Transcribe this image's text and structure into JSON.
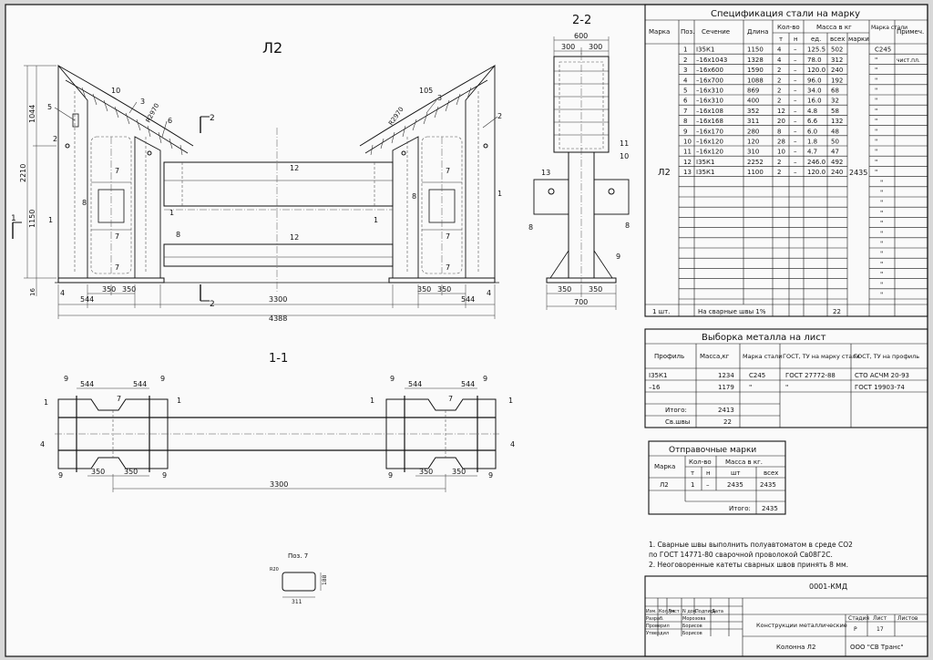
{
  "title_block": {
    "doc_code": "0001-КМД",
    "section": "Конструкции металлические",
    "item": "Колонна Л2",
    "company": "ООО \"СВ Транс\"",
    "stage_h": "Стадия",
    "sheet_h": "Лист",
    "sheets_h": "Листов",
    "stage": "Р",
    "sheet": "17",
    "cols": [
      "Изм.",
      "Кол.уч",
      "Лист",
      "N док.",
      "Подпись",
      "Дата"
    ],
    "rows": [
      {
        "role": "Разраб.",
        "name": "Морозова"
      },
      {
        "role": "Проверил",
        "name": "Борисов"
      },
      {
        "role": "Утвердил",
        "name": "Борисов"
      }
    ]
  },
  "drawing": {
    "title_main": "Л2",
    "title_22": "2-2",
    "title_11": "1-1",
    "pos7_label": "Поз. 7",
    "cut_1": "1",
    "cut_2": "2",
    "dims_main": {
      "d4388": "4388",
      "d3300": "3300",
      "d544l": "544",
      "d350l": "350",
      "d350r": "350",
      "d544r": "544",
      "d2210": "2210",
      "d1044": "1044",
      "d1150": "1150",
      "d16": "16",
      "r2970a": "R2970",
      "r2970b": "R2970",
      "d105": "105"
    },
    "dims_22": {
      "d600": "600",
      "d300a": "300",
      "d300b": "300",
      "d350": "350",
      "d700": "700"
    },
    "dims_11": {
      "d544a": "544",
      "d544b": "544",
      "d350a": "350",
      "d350b": "350",
      "d3300": "3300"
    },
    "dims_pos7": {
      "d311": "311",
      "d188": "188",
      "d20": "R20"
    },
    "positions": [
      "1",
      "2",
      "3",
      "4",
      "5",
      "6",
      "7",
      "8",
      "9",
      "10",
      "12",
      "13"
    ]
  },
  "spec_table": {
    "title": "Спецификация стали на марку",
    "headers": {
      "mark": "Марка",
      "pos": "Поз.",
      "section": "Сечение",
      "length": "Длина",
      "qty": "Кол-во",
      "qty_t": "т",
      "qty_n": "н",
      "mass": "Масса в кг",
      "mass_unit": "ед.",
      "mass_all": "всех",
      "mass_mark": "марки",
      "steel_mark": "Марка стали",
      "note": "Примеч."
    },
    "mark": "Л2",
    "mark_mass": "2435",
    "steel": "С245",
    "rows": [
      {
        "pos": "1",
        "section": "I35К1",
        "length": "1150",
        "t": "4",
        "n": "–",
        "unit": "125.5",
        "all": "502",
        "steel": "С245",
        "note": ""
      },
      {
        "pos": "2",
        "section": "–16х1043",
        "length": "1328",
        "t": "4",
        "n": "–",
        "unit": "78.0",
        "all": "312",
        "steel": "\"",
        "note": "чист.пл."
      },
      {
        "pos": "3",
        "section": "–16х600",
        "length": "1590",
        "t": "2",
        "n": "–",
        "unit": "120.0",
        "all": "240",
        "steel": "\"",
        "note": ""
      },
      {
        "pos": "4",
        "section": "–16х700",
        "length": "1088",
        "t": "2",
        "n": "–",
        "unit": "96.0",
        "all": "192",
        "steel": "\"",
        "note": ""
      },
      {
        "pos": "5",
        "section": "–16х310",
        "length": "869",
        "t": "2",
        "n": "–",
        "unit": "34.0",
        "all": "68",
        "steel": "\"",
        "note": ""
      },
      {
        "pos": "6",
        "section": "–16х310",
        "length": "400",
        "t": "2",
        "n": "–",
        "unit": "16.0",
        "all": "32",
        "steel": "\"",
        "note": ""
      },
      {
        "pos": "7",
        "section": "–16х108",
        "length": "352",
        "t": "12",
        "n": "–",
        "unit": "4.8",
        "all": "58",
        "steel": "\"",
        "note": ""
      },
      {
        "pos": "8",
        "section": "–16х168",
        "length": "311",
        "t": "20",
        "n": "–",
        "unit": "6.6",
        "all": "132",
        "steel": "\"",
        "note": ""
      },
      {
        "pos": "9",
        "section": "–16х170",
        "length": "280",
        "t": "8",
        "n": "–",
        "unit": "6.0",
        "all": "48",
        "steel": "\"",
        "note": ""
      },
      {
        "pos": "10",
        "section": "–16х120",
        "length": "120",
        "t": "28",
        "n": "–",
        "unit": "1.8",
        "all": "50",
        "steel": "\"",
        "note": ""
      },
      {
        "pos": "11",
        "section": "–16х120",
        "length": "310",
        "t": "10",
        "n": "–",
        "unit": "4.7",
        "all": "47",
        "steel": "\"",
        "note": ""
      },
      {
        "pos": "12",
        "section": "I35К1",
        "length": "2252",
        "t": "2",
        "n": "–",
        "unit": "246.0",
        "all": "492",
        "steel": "\"",
        "note": ""
      },
      {
        "pos": "13",
        "section": "I35К1",
        "length": "1100",
        "t": "2",
        "n": "–",
        "unit": "120.0",
        "all": "240",
        "steel": "\"",
        "note": ""
      }
    ],
    "footer_qty": "1 шт.",
    "footer_welds": "На сварные швы 1%",
    "footer_welds_mass": "22",
    "ditto_steel": "\""
  },
  "metal_table": {
    "title": "Выборка металла на лист",
    "headers": {
      "profile": "Профиль",
      "mass": "Масса,кг",
      "steel": "Марка стали",
      "gost_steel": "ГОСТ, ТУ на марку стали",
      "gost_profile": "ГОСТ, ТУ на профиль"
    },
    "rows": [
      {
        "profile": "I35К1",
        "mass": "1234",
        "steel": "С245",
        "gost_steel": "ГОСТ 27772-88",
        "gost_profile": "СТО АСЧМ 20-93"
      },
      {
        "profile": "–16",
        "mass": "1179",
        "steel": "\"",
        "gost_steel": "\"",
        "gost_profile": "ГОСТ 19903-74"
      }
    ],
    "total_label": "Итого:",
    "total": "2413",
    "welds_label": "Св.швы",
    "welds": "22"
  },
  "ship_table": {
    "title": "Отправочные марки",
    "headers": {
      "mark": "Марка",
      "qty": "Кол-во",
      "t": "т",
      "n": "н",
      "mass": "Масса в кг.",
      "unit": "шт",
      "all": "всех"
    },
    "row": {
      "mark": "Л2",
      "t": "1",
      "n": "–",
      "unit": "2435",
      "all": "2435"
    },
    "total_label": "Итого:",
    "total": "2435"
  },
  "notes": [
    "1. Сварные швы выполнить полуавтоматом в среде СО2",
    "по ГОСТ 14771-80 сварочной проволокой Св08Г2С.",
    "2. Неоговоренные катеты сварных швов принять 8 мм."
  ]
}
